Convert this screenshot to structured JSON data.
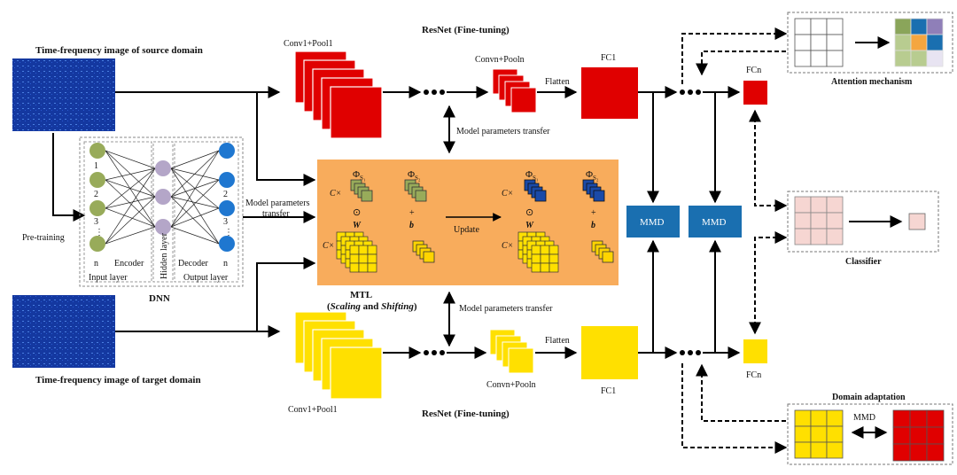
{
  "labels": {
    "source_title": "Time-frequency image of source domain",
    "target_title": "Time-frequency image of target domain",
    "pretraining": "Pre-training",
    "dnn": "DNN",
    "encoder": "Encoder",
    "decoder": "Decoder",
    "hidden_layer": "Hidden layer",
    "input_layer": "Input layer",
    "output_layer": "Output layer",
    "node_1": "1",
    "node_2": "2",
    "node_3": "3",
    "node_dots": "⋮",
    "node_n": "n",
    "model_params_transfer_left": "Model parameters\ntransfer",
    "model_params_transfer_top": "Model parameters transfer",
    "model_params_transfer_bottom": "Model parameters transfer",
    "resnet_top": "ResNet (Fine-tuning)",
    "resnet_bottom": "ResNet (Fine-tuning)",
    "conv1_top": "Conv1+Pool1",
    "conv1_bottom": "Conv1+Pool1",
    "convn_top": "Convn+Pooln",
    "convn_bottom": "Convn+Pooln",
    "flatten_top": "Flatten",
    "flatten_bottom": "Flatten",
    "fc1_top": "FC1",
    "fc1_bottom": "FC1",
    "fcn_top": "FCn",
    "fcn_bottom": "FCn",
    "mtl": "MTL",
    "mtl_sub_paren_open": "(",
    "mtl_sub_scaling": "Scaling",
    "mtl_sub_and": " and ",
    "mtl_sub_shifting": "Shifting",
    "mtl_sub_paren_close": ")",
    "update": "Update",
    "c_times": "C×",
    "phi": "Φ",
    "sub_s1": "S₁",
    "sub_s2": "S₂",
    "odot": "⊙",
    "plus": "+",
    "w": "W",
    "b": "b",
    "mmd": "MMD",
    "attention": "Attention mechanism",
    "classifier": "Classifier",
    "domain_adaptation": "Domain adaptation"
  },
  "colors": {
    "red": "#e00000",
    "yellow": "#ffe000",
    "orange_panel": "#f8ac5c",
    "mmd_blue": "#1a6fb0",
    "green_node": "#98ab5a",
    "hidden_node": "#b4a6c8",
    "blue_node": "#1f77d0",
    "spectrogram": "#1438a0",
    "classifier_pink": "#f6d6d2"
  }
}
